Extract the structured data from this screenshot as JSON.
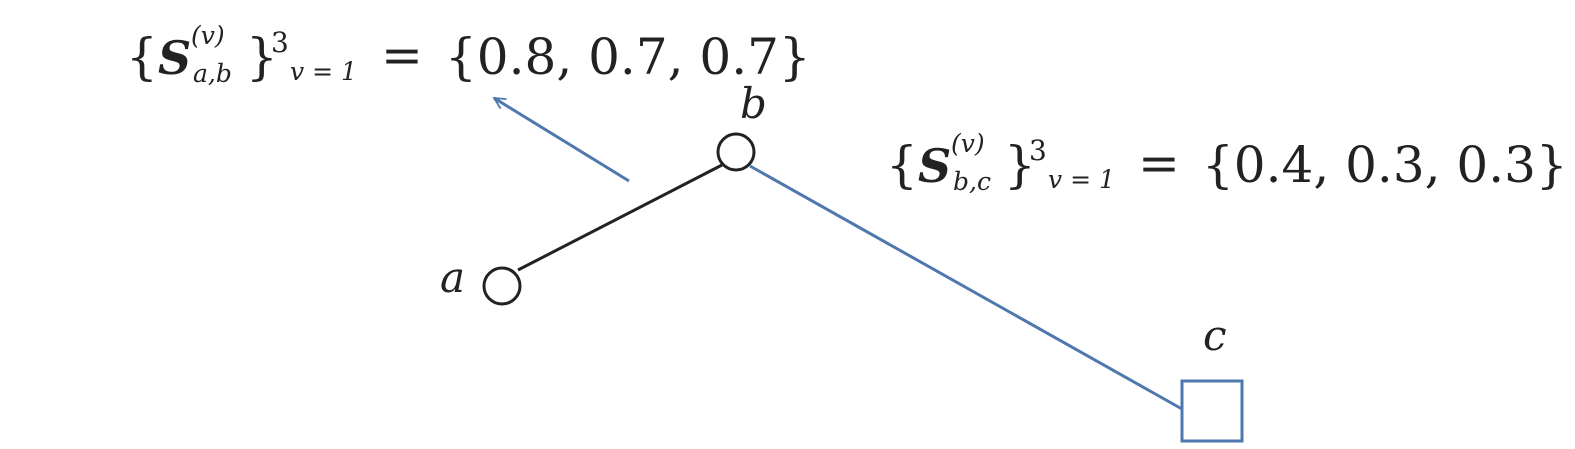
{
  "colors": {
    "ink": "#222222",
    "edge_black": "#222222",
    "edge_blue": "#4f78ae",
    "background": "#ffffff"
  },
  "nodes": {
    "a": {
      "label": "a",
      "shape": "circle"
    },
    "b": {
      "label": "b",
      "shape": "circle"
    },
    "c": {
      "label": "c",
      "shape": "square"
    }
  },
  "formula_ab": {
    "open_brace": "{",
    "symbol": "S",
    "superscript": "(v)",
    "subscript": "a,b",
    "close_brace": "}",
    "upper": "3",
    "lower": "v = 1",
    "equals": "=",
    "values": "{0.8, 0.7, 0.7}"
  },
  "formula_bc": {
    "open_brace": "{",
    "symbol": "S",
    "superscript": "(v)",
    "subscript": "b,c",
    "close_brace": "}",
    "upper": "3",
    "lower": "v = 1",
    "equals": "=",
    "values": "{0.4, 0.3, 0.3}"
  }
}
